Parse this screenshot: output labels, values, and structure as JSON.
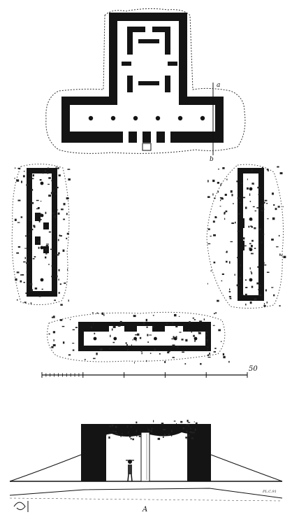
{
  "plate": {
    "ink": "#111111",
    "paper": "#ffffff",
    "wall_fill": "#141414",
    "floor_fill": "#ffffff"
  },
  "labels": {
    "section_top": "a",
    "section_bottom": "b",
    "scale_end": "50",
    "bottom_letter": "A",
    "signature": "PL.C.91"
  },
  "scale_bar": {
    "start": 0,
    "end": 50,
    "major_divisions": 5,
    "minor_divisions_first": 10
  },
  "plans": [
    {
      "name": "main-temple-plan",
      "pillars": 6
    },
    {
      "name": "left-cave-plan",
      "pillars": 4
    },
    {
      "name": "right-cave-plan",
      "pillars": 4
    },
    {
      "name": "bottom-cave-plan",
      "pillars": 6
    }
  ],
  "section": {
    "name": "cross-section-elevation",
    "has_figure": true,
    "has_column": true
  }
}
